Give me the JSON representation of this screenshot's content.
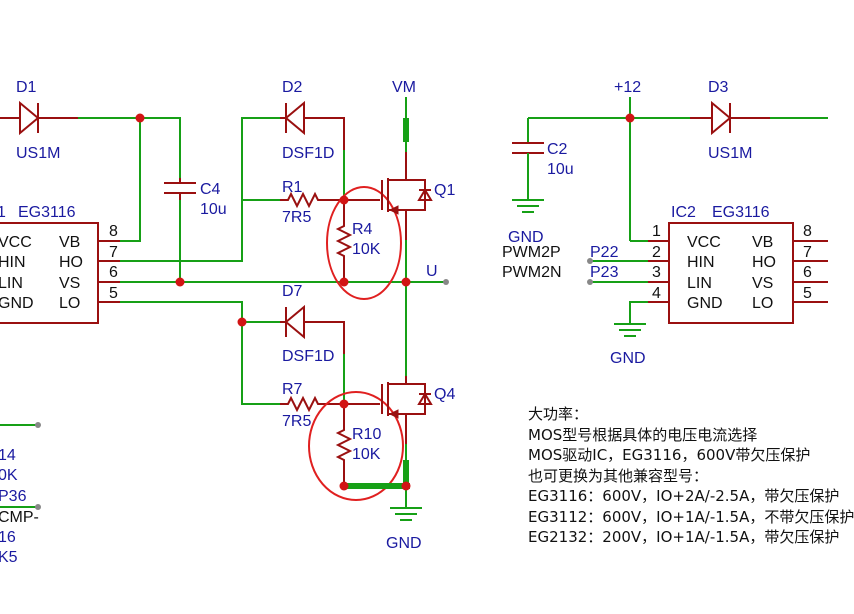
{
  "left": {
    "d1": {
      "ref": "D1",
      "value": "US1M"
    },
    "c4": {
      "ref": "C4",
      "value": "10u"
    },
    "d2": {
      "ref": "D2",
      "value": "DSF1D"
    },
    "d7": {
      "ref": "D7",
      "value": "DSF1D"
    },
    "r1": {
      "ref": "R1",
      "value": "7R5"
    },
    "r7": {
      "ref": "R7",
      "value": "7R5"
    },
    "r4": {
      "ref": "R4",
      "value": "10K"
    },
    "r10": {
      "ref": "R10",
      "value": "10K"
    },
    "q1": {
      "ref": "Q1"
    },
    "q4": {
      "ref": "Q4"
    },
    "vm": "VM",
    "u_net": "U",
    "gnd": "GND",
    "ic_name": "EG3116",
    "ic_ref_fragment": "1",
    "ic_pins": [
      {
        "left": "VCC",
        "right": "VB",
        "num": "8"
      },
      {
        "left": "HIN",
        "right": "HO",
        "num": "7"
      },
      {
        "left": "LIN",
        "right": "VS",
        "num": "6"
      },
      {
        "left": "GND",
        "right": "LO",
        "num": "5"
      }
    ],
    "fragments": [
      "14",
      "0K",
      "P36",
      "CMP-",
      "16",
      "K5"
    ]
  },
  "right": {
    "plus12": "+12",
    "d3": {
      "ref": "D3",
      "value": "US1M"
    },
    "c2": {
      "ref": "C2",
      "value": "10u"
    },
    "gnd_c2": "GND",
    "gnd_ic": "GND",
    "ic_ref": "IC2",
    "ic_name": "EG3116",
    "pins_left": [
      {
        "name": "VCC",
        "num": "1"
      },
      {
        "name": "HIN",
        "num": "2"
      },
      {
        "name": "LIN",
        "num": "3"
      },
      {
        "name": "GND",
        "num": "4"
      }
    ],
    "pins_right": [
      {
        "name": "VB",
        "num": "8"
      },
      {
        "name": "HO",
        "num": "7"
      },
      {
        "name": "VS",
        "num": "6"
      },
      {
        "name": "LO",
        "num": "5"
      }
    ],
    "nets": [
      {
        "signal": "PWM2P",
        "port": "P22"
      },
      {
        "signal": "PWM2N",
        "port": "P23"
      }
    ]
  },
  "notes": [
    "大功率：",
    "MOS型号根据具体的电压电流选择",
    "MOS驱动IC，EG3116，600V带欠压保护",
    "也可更换为其他兼容型号：",
    "EG3116：600V，IO+2A/-2.5A，带欠压保护",
    "EG3112：600V，IO+1A/-1.5A，不带欠压保护",
    "EG2132：200V，IO+1A/-1.5A，带欠压保护"
  ],
  "colors": {
    "wire": "#16a016",
    "component": "#9a1010",
    "junction": "#d21414",
    "highlight_circle": "#e02020",
    "label_blue": "#1a1aa0",
    "text": "#111111"
  }
}
